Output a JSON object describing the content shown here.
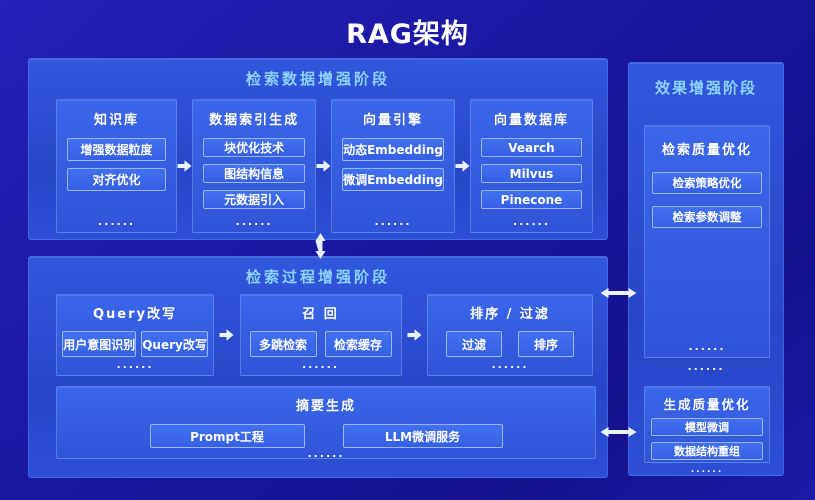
{
  "title": "RAG架构",
  "colors": {
    "background": "#1a17a0",
    "panel_blue": "#2c50d6",
    "box_blue": "#3560e2",
    "item_blue": "#3d6af0",
    "header_accent": "#8dd3ff",
    "text": "#ffffff",
    "arrow": "#e9f3ff"
  },
  "panels": {
    "retrieval_data": {
      "header": "检索数据增强阶段",
      "boxes": [
        {
          "title": "知识库",
          "items": [
            "增强数据粒度",
            "对齐优化"
          ],
          "more": "......"
        },
        {
          "title": "数据索引生成",
          "items": [
            "块优化技术",
            "图结构信息",
            "元数据引入"
          ],
          "more": "......"
        },
        {
          "title": "向量引擎",
          "items": [
            "动态Embedding",
            "微调Embedding"
          ],
          "more": "......"
        },
        {
          "title": "向量数据库",
          "items": [
            "Vearch",
            "Milvus",
            "Pinecone"
          ],
          "more": "......"
        }
      ]
    },
    "retrieval_process": {
      "header": "检索过程增强阶段",
      "boxes": [
        {
          "title": "Query改写",
          "items": [
            "用户意图识别",
            "Query改写"
          ],
          "more": "......"
        },
        {
          "title": "召 回",
          "items": [
            "多跳检索",
            "检索缓存"
          ],
          "more": "......"
        },
        {
          "title": "排序 / 过滤",
          "items": [
            "过滤",
            "排序"
          ],
          "more": "......"
        }
      ],
      "summary": {
        "title": "摘要生成",
        "items": [
          "Prompt工程",
          "LLM微调服务"
        ],
        "more": "......"
      }
    },
    "effect": {
      "header": "效果增强阶段",
      "quality_box": {
        "title": "检索质量优化",
        "items": [
          "检索策略优化",
          "检索参数调整"
        ],
        "more": "......"
      },
      "more": "......",
      "generation_box": {
        "title": "生成质量优化",
        "items": [
          "模型微调",
          "数据结构重组"
        ],
        "more": "......"
      }
    }
  }
}
